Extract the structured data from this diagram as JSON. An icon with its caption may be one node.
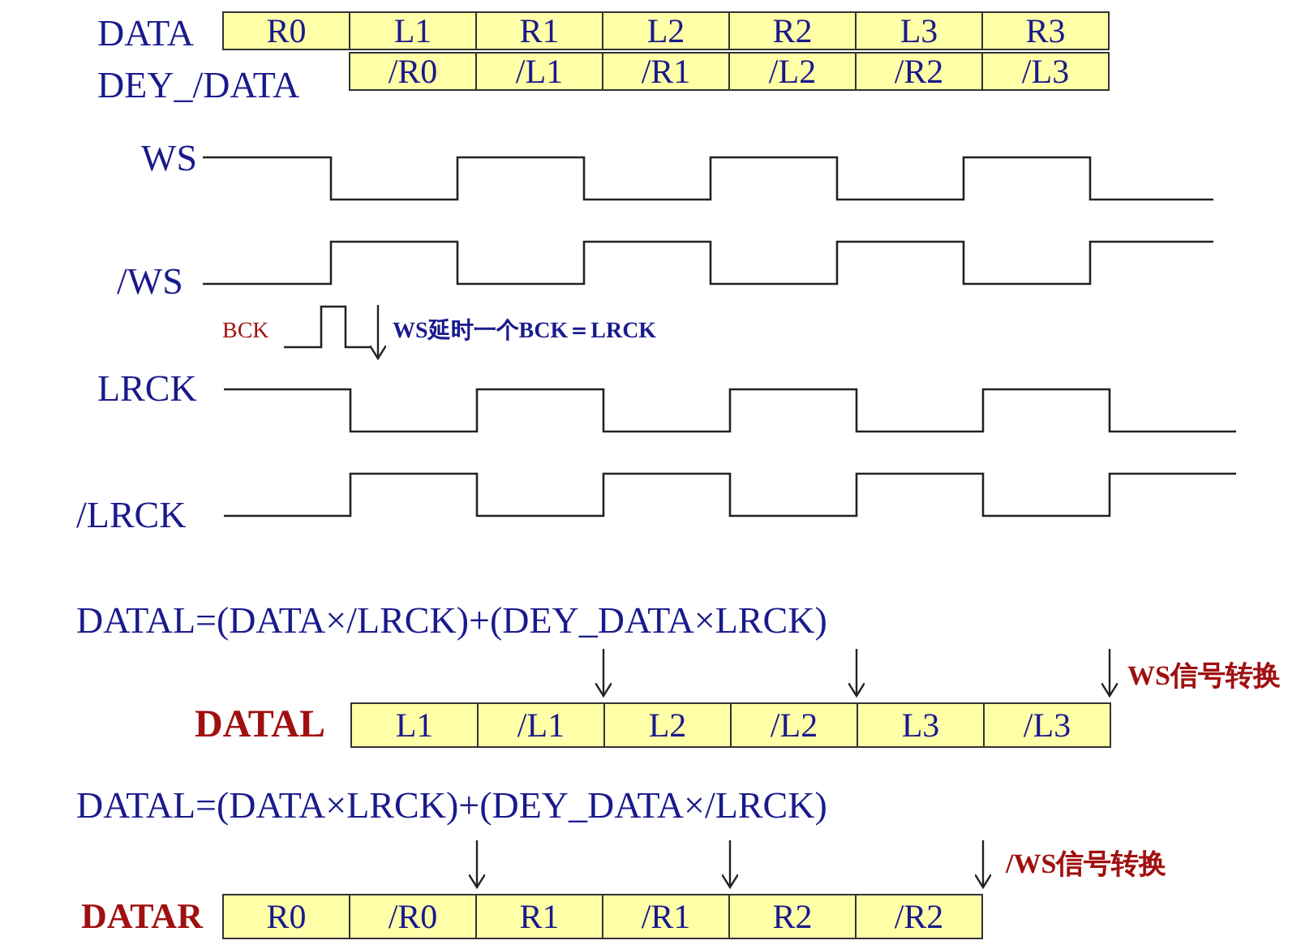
{
  "diagram": {
    "labels": [
      "DATA",
      "R0",
      "L1",
      "R1",
      "L2",
      "R2",
      "L3",
      "R3",
      "DEY_/DATA",
      "/R0",
      "/L1",
      "/R1",
      "/L2",
      "/R2",
      "/L3",
      "WS",
      "/WS",
      "BCK",
      "WS延时一个BCK＝LRCK",
      "LRCK",
      "/LRCK",
      "DATAL=(DATA×/LRCK)+(DEY_DATA×LRCK)",
      "WS信号转换",
      "DATAL",
      "L1",
      "/L1",
      "L2",
      "/L2",
      "L3",
      "/L3",
      "DATAL=(DATA×LRCK)+(DEY_DATA×/LRCK)",
      "/WS信号转换",
      "DATAR",
      "R0",
      "/R0",
      "R1",
      "/R1",
      "R2",
      "/R2"
    ]
  }
}
